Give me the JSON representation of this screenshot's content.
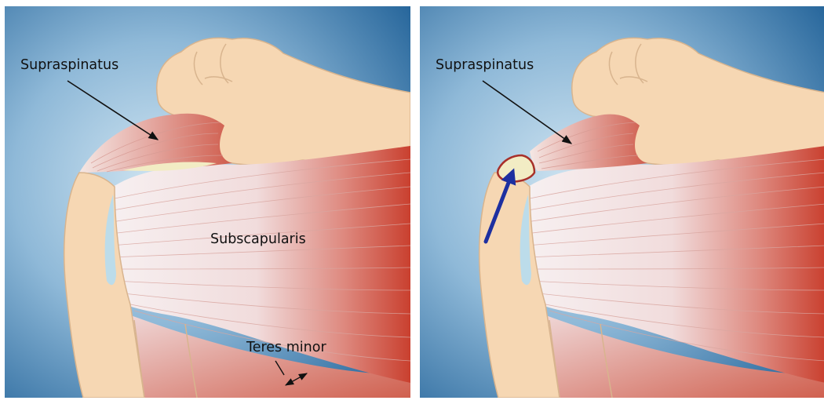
{
  "panels": [
    {
      "labels": {
        "supraspinatus": "Supraspinatus",
        "subscapularis": "Subscapularis",
        "teres_minor": "Teres minor"
      }
    },
    {
      "labels": {
        "supraspinatus": "Supraspinatus"
      },
      "tear_indicator": {
        "arrow_color": "#1d2fa0"
      }
    }
  ],
  "colors": {
    "background_center": "#c9e0ef",
    "background_edge": "#1e5f96",
    "bone": "#f6d7b3",
    "bone_outline": "#d8b48e",
    "muscle_red": "#d24f3c",
    "tendon_white": "#f6eeee",
    "cartilage_blue": "#bcdcea"
  }
}
